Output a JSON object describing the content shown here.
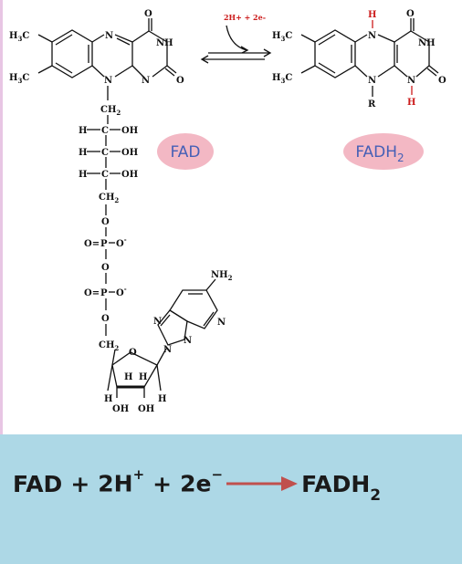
{
  "labels": {
    "fad": "FAD",
    "fadh2_main": "FADH",
    "fadh2_sub": "2",
    "reaction_reagents": "2H+ + 2e-"
  },
  "equation": {
    "reactant": "FAD",
    "plus1": "+",
    "h_coef": "2H",
    "h_charge": "+",
    "plus2": "+",
    "e_coef": "2e",
    "e_charge": "−",
    "product_main": "FADH",
    "product_sub": "2"
  },
  "atoms": {
    "o": "O",
    "nh": "NH",
    "n": "N",
    "h": "H",
    "r": "R",
    "h3c": "H",
    "h3c_sub": "3",
    "h3c_c": "C",
    "ch2_c": "CH",
    "ch2_sub": "2",
    "oh": "OH",
    "c": "C",
    "p": "P",
    "o_eq": "O=",
    "o_minus": "O",
    "minus": "-",
    "nh2": "NH",
    "nh2_sub": "2"
  },
  "colors": {
    "pill": "#f3b8c4",
    "pill_text": "#4660b6",
    "panel": "#add8e6",
    "red": "#cc1d1d",
    "arrow": "#c0504d"
  }
}
